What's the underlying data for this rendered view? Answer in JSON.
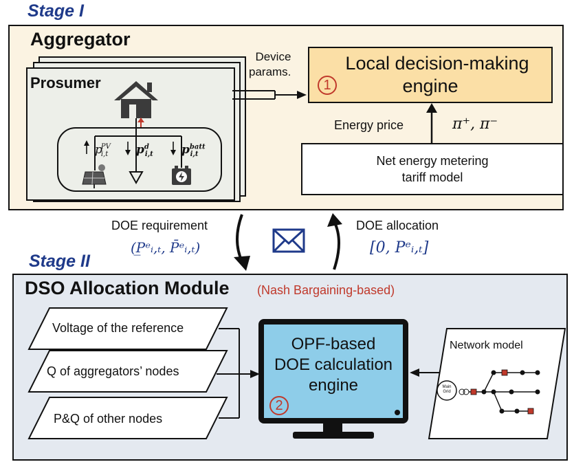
{
  "stage1": {
    "label": "Stage I",
    "aggregator_title": "Aggregator",
    "prosumer_title": "Prosumer",
    "device_params": [
      "Device",
      "params."
    ],
    "engine": {
      "line1": "Local decision-making",
      "line2": "engine",
      "badge": "1"
    },
    "energy_price_label": "Energy price",
    "price_symbols": "π⁺, π⁻",
    "tariff": {
      "line1": "Net energy metering",
      "line2": "tariff model"
    },
    "power_labels": {
      "pv": "p",
      "pv_sup": "PV",
      "pv_sub": "i,t",
      "load": "p",
      "load_sup": "d",
      "load_sub": "i,t",
      "batt": "p",
      "batt_sup": "batt",
      "batt_sub": "i,t"
    }
  },
  "exchange": {
    "doe_requirement_label": "DOE requirement",
    "doe_requirement_math": "(P̲ᵉᵢ,ₜ, P̄ᵉᵢ,ₜ)",
    "doe_allocation_label": "DOE allocation",
    "doe_allocation_math": "[0, Pᵉᵢ,ₜ]",
    "message_icon": "envelope-icon"
  },
  "stage2": {
    "label": "Stage II",
    "module_title": "DSO Allocation Module",
    "module_subtitle": "(Nash Bargaining-based)",
    "inputs": [
      "Voltage of the reference",
      "Q of aggregators’ nodes",
      "P&Q of other nodes"
    ],
    "engine": {
      "line1": "OPF-based",
      "line2": "DOE calculation",
      "line3": "engine",
      "badge": "2"
    },
    "network_model": {
      "title": "Network model",
      "grid_label_1": "Main",
      "grid_label_2": "Grid"
    }
  },
  "colors": {
    "aggregator_bg": "#fbf3e2",
    "prosumer_bg": "#edefe9",
    "engine_bg": "#fbdfa6",
    "dso_bg": "#e4e9f0",
    "screen_bg": "#8ecde9",
    "stage_label": "#1f3a8a",
    "badge": "#c0392b",
    "subtitle": "#c0392b",
    "math_blue": "#1f3a8a"
  }
}
